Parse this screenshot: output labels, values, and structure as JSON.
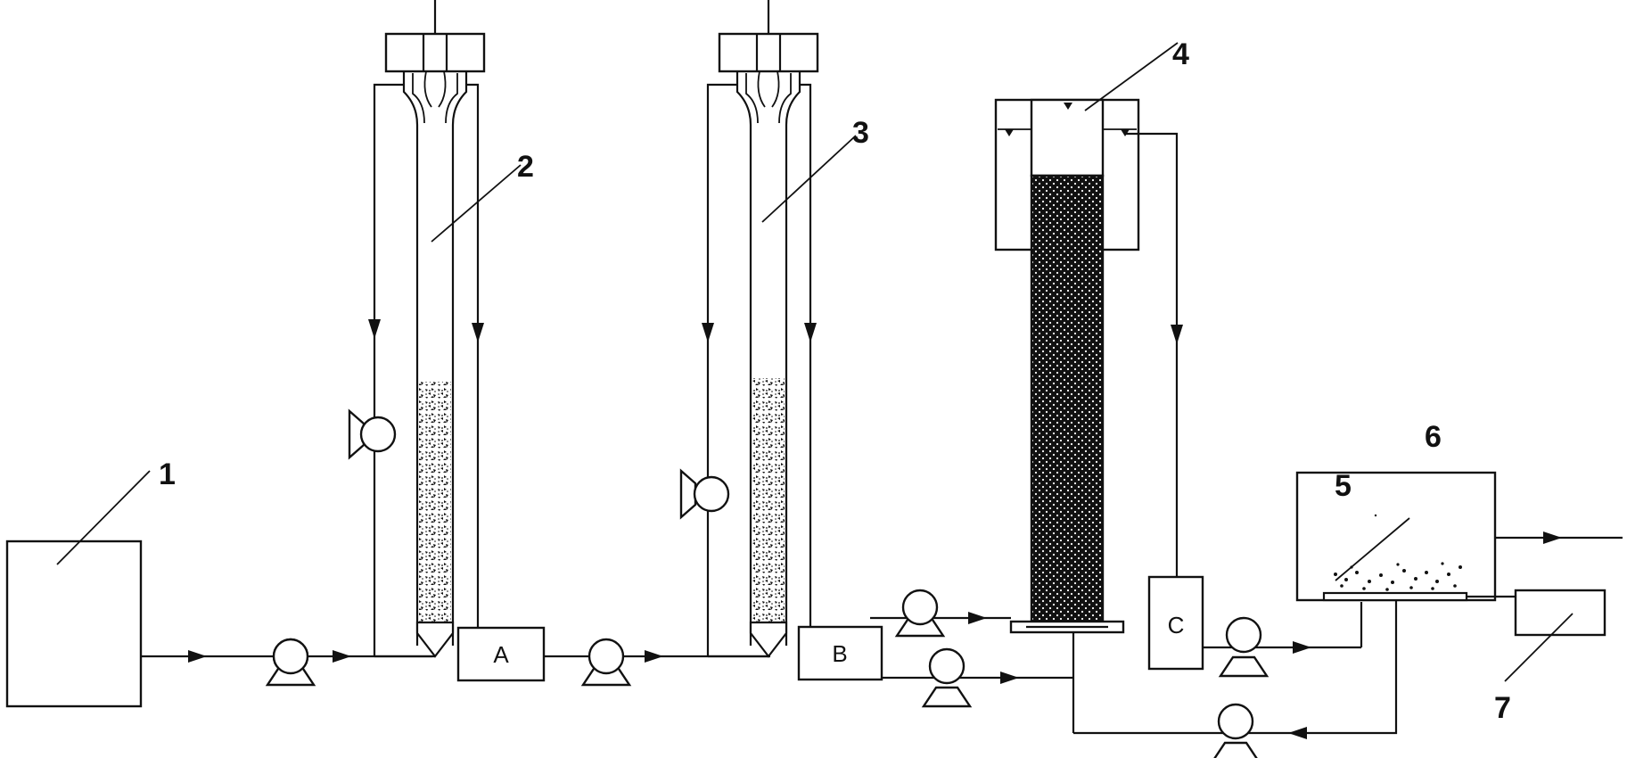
{
  "labels": {
    "n1": "1",
    "n2": "2",
    "n3": "3",
    "n4": "4",
    "n5": "5",
    "n6": "6",
    "n7": "7",
    "tankA": "A",
    "tankB": "B",
    "tankC": "C"
  },
  "colors": {
    "line": "#111111",
    "packing": "#111111",
    "background": "#ffffff"
  },
  "icons": {
    "pump": "peristaltic-pump-icon",
    "arrow": "flow-arrow-icon"
  }
}
